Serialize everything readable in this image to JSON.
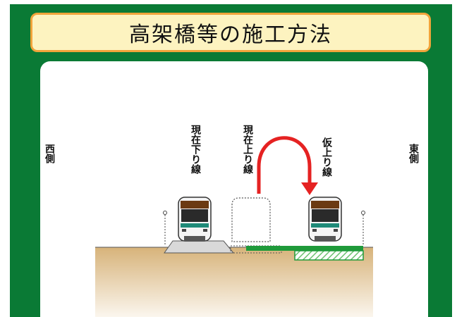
{
  "title": "高架橋等の施工方法",
  "labels": {
    "west": "西側",
    "east": "東側",
    "current_down": "現在下り線",
    "current_up": "現在上り線",
    "temp_up": "仮上り線"
  },
  "colors": {
    "background_green": "#0a7a35",
    "title_fill": "#fdf3c0",
    "title_border": "#f1a43b",
    "arrow_red": "#e52222",
    "track_green": "#1f9a3a",
    "train_brown": "#6b3a12",
    "train_teal": "#1f8a78",
    "ground_tan": "#d8b784"
  },
  "icons": {
    "arrow": "curved-arrow-icon",
    "train": "train-front-icon"
  }
}
